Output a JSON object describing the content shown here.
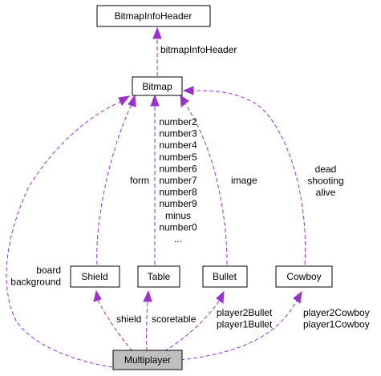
{
  "nodes": {
    "bitmapinfoheader": "BitmapInfoHeader",
    "bitmap": "Bitmap",
    "shield": "Shield",
    "table": "Table",
    "bullet": "Bullet",
    "cowboy": "Cowboy",
    "multiplayer": "Multiplayer"
  },
  "edge_labels": {
    "bitmapinfoheader": [
      "bitmapInfoHeader"
    ],
    "table_to_bitmap": [
      "number2",
      "number3",
      "number4",
      "number5",
      "number6",
      "number7",
      "number8",
      "number9",
      "minus",
      "number0",
      "..."
    ],
    "shield_to_bitmap": [
      "form"
    ],
    "bullet_to_bitmap": [
      "image"
    ],
    "cowboy_to_bitmap": [
      "dead",
      "shooting",
      "alive"
    ],
    "multiplayer_to_bitmap": [
      "board",
      "background"
    ],
    "multiplayer_to_shield": [
      "shield"
    ],
    "multiplayer_to_table": [
      "scoretable"
    ],
    "multiplayer_to_bullet": [
      "player2Bullet",
      "player1Bullet"
    ],
    "multiplayer_to_cowboy": [
      "player2Cowboy",
      "player1Cowboy"
    ]
  },
  "colors": {
    "edge": "#9a32cd",
    "highlight_fill": "#bfbfbf"
  }
}
